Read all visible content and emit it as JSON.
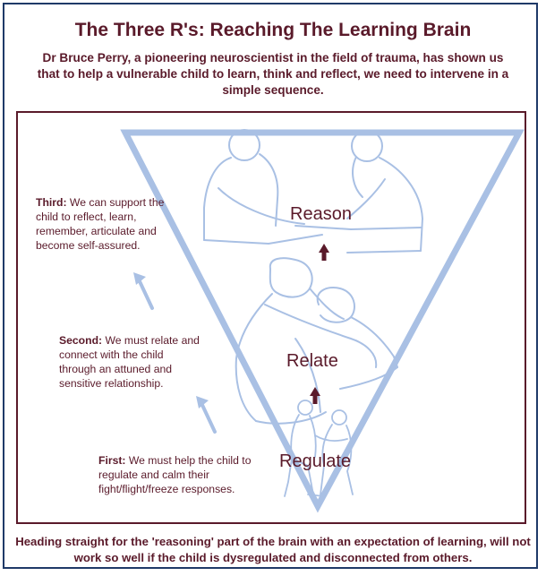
{
  "title": "The Three R's: Reaching The Learning Brain",
  "subtitle": "Dr Bruce Perry, a pioneering neuroscientist in the field of trauma, has shown us that to help a vulnerable child to learn, think and reflect, we need to intervene in a simple sequence.",
  "stages": {
    "reason": "Reason",
    "relate": "Relate",
    "regulate": "Regulate"
  },
  "notes": {
    "third": {
      "lead": "Third:",
      "text": " We can support the child to reflect, learn, remember, articulate and become self-assured."
    },
    "second": {
      "lead": "Second:",
      "text": " We must relate and connect with the child through an attuned and sensitive relationship."
    },
    "first": {
      "lead": "First:",
      "text": " We must help the child to regulate and calm their fight/flight/freeze responses."
    }
  },
  "footer": "Heading straight for the 'reasoning' part of the brain with an expectation of learning, will not work so well if the child is dysregulated and disconnected from others.",
  "colors": {
    "maroon": "#5a1a2a",
    "light_blue": "#a9c0e4",
    "outline_blue": "#7f9fd4",
    "frame_navy": "#1f3a68"
  }
}
